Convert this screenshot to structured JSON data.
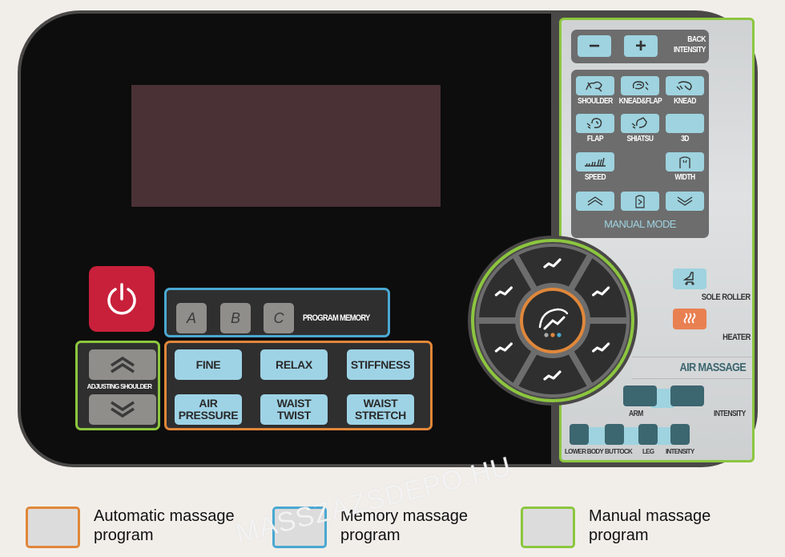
{
  "colors": {
    "automatic": "#e0873a",
    "memory": "#4aa8d2",
    "manual": "#8cc63f",
    "power": "#c8203a",
    "heater": "#e98052",
    "button_blue": "#9ed3e6"
  },
  "power": {
    "icon": "power-icon"
  },
  "program_memory": {
    "label": "PROGRAM MEMORY",
    "buttons": [
      "A",
      "B",
      "C"
    ]
  },
  "adjusting_shoulder": {
    "label": "ADJUSTING SHOULDER",
    "up_icon": "double-chevron-up-icon",
    "down_icon": "double-chevron-down-icon"
  },
  "auto_programs": [
    "FINE",
    "RELAX",
    "STIFFNESS",
    "AIR\nPRESSURE",
    "WAIST\nTWIST",
    "WAIST\nSTRETCH"
  ],
  "auto_programs_lines": [
    [
      "FINE"
    ],
    [
      "RELAX"
    ],
    [
      "STIFFNESS"
    ],
    [
      "AIR",
      "PRESSURE"
    ],
    [
      "WAIST",
      "TWIST"
    ],
    [
      "WAIST",
      "STRETCH"
    ]
  ],
  "back_intensity": {
    "label_1": "BACK",
    "label_2": "INTENSITY",
    "minus": "−",
    "plus": "+"
  },
  "manual_mode": {
    "title": "MANUAL MODE",
    "items": [
      {
        "label": "SHOULDER",
        "icon": "shoulder-massage-icon"
      },
      {
        "label": "KNEAD&FLAP",
        "icon": "knead-flap-icon"
      },
      {
        "label": "KNEAD",
        "icon": "knead-icon"
      },
      {
        "label": "FLAP",
        "icon": "flap-icon"
      },
      {
        "label": "SHIATSU",
        "icon": "shiatsu-icon"
      },
      {
        "label": "3D",
        "icon": ""
      },
      {
        "label": "SPEED",
        "icon": "speed-bars-icon"
      },
      {
        "label": "WIDTH",
        "icon": "width-icon"
      }
    ],
    "nav": [
      "chevron-up-icon",
      "position-icon",
      "chevron-down-icon"
    ]
  },
  "sole_roller": {
    "label": "SOLE ROLLER",
    "icon": "foot-roller-icon"
  },
  "heater": {
    "label": "HEATER",
    "icon": "heat-waves-icon"
  },
  "air_massage": {
    "title": "AIR MASSAGE",
    "row1": [
      "ARM",
      "INTENSITY"
    ],
    "row2": [
      "LOWER BODY",
      "BUTTOCK",
      "LEG",
      "INTENSITY"
    ]
  },
  "dial": {
    "segments": 6,
    "segment_icon": "reclining-person-icon",
    "center_icon": "zero-gravity-icon"
  },
  "legend": [
    {
      "color": "#e0873a",
      "line1": "Automatic massage",
      "line2": "program"
    },
    {
      "color": "#4aa8d2",
      "line1": "Memory massage",
      "line2": "program"
    },
    {
      "color": "#8cc63f",
      "line1": "Manual massage",
      "line2": "program"
    }
  ],
  "watermark": "MASSZAZSDEPO.HU"
}
